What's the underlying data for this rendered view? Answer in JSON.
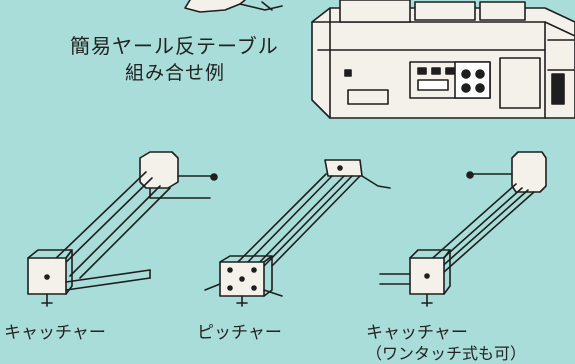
{
  "caption": {
    "line1": "簡易ヤール反テーブル",
    "line2": "組み合せ例"
  },
  "labels": {
    "catcher_left": "キャッチャー",
    "pitcher": "ピッチャー",
    "catcher_right": "キャッチャー",
    "catcher_right_note": "（ワンタッチ式も可）"
  },
  "colors": {
    "background": "#a9ddd9",
    "line": "#1e1e1e",
    "fill": "#f4f1ea"
  }
}
